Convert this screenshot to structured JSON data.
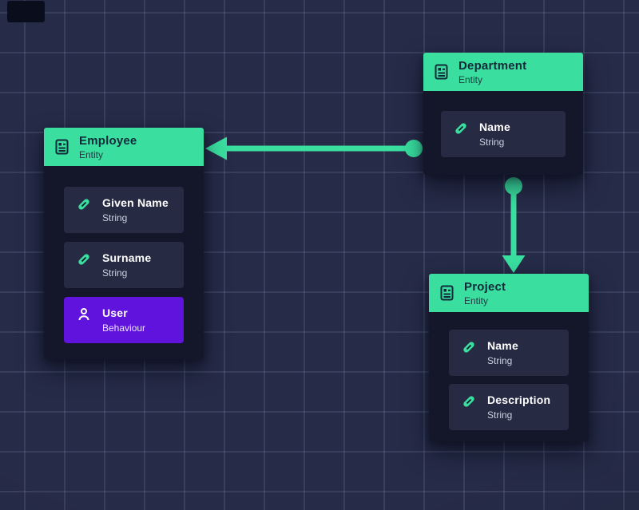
{
  "theme": {
    "background": "#262b48",
    "grid_line": "rgba(164,174,215,0.15)",
    "green": "#3adfa0",
    "purple": "#6013dd",
    "card_body": "#14162a",
    "field_row": "#262a42"
  },
  "icons": {
    "entity_header": "table-icon",
    "string_field": "link-icon",
    "behaviour_field": "user-icon"
  },
  "entities": [
    {
      "title": "Employee",
      "subtitle": "Entity",
      "fields": [
        {
          "name": "Given Name",
          "type": "String",
          "icon": "link-icon"
        },
        {
          "name": "Surname",
          "type": "String",
          "icon": "link-icon"
        },
        {
          "name": "User",
          "type": "Behaviour",
          "icon": "user-icon"
        }
      ]
    },
    {
      "title": "Department",
      "subtitle": "Entity",
      "fields": [
        {
          "name": "Name",
          "type": "String",
          "icon": "link-icon"
        }
      ]
    },
    {
      "title": "Project",
      "subtitle": "Entity",
      "fields": [
        {
          "name": "Name",
          "type": "String",
          "icon": "link-icon"
        },
        {
          "name": "Description",
          "type": "String",
          "icon": "link-icon"
        }
      ]
    }
  ],
  "connections": [
    {
      "from": "Department",
      "to": "Employee",
      "style": "arrow-left"
    },
    {
      "from": "Department",
      "to": "Project",
      "style": "arrow-down"
    }
  ]
}
